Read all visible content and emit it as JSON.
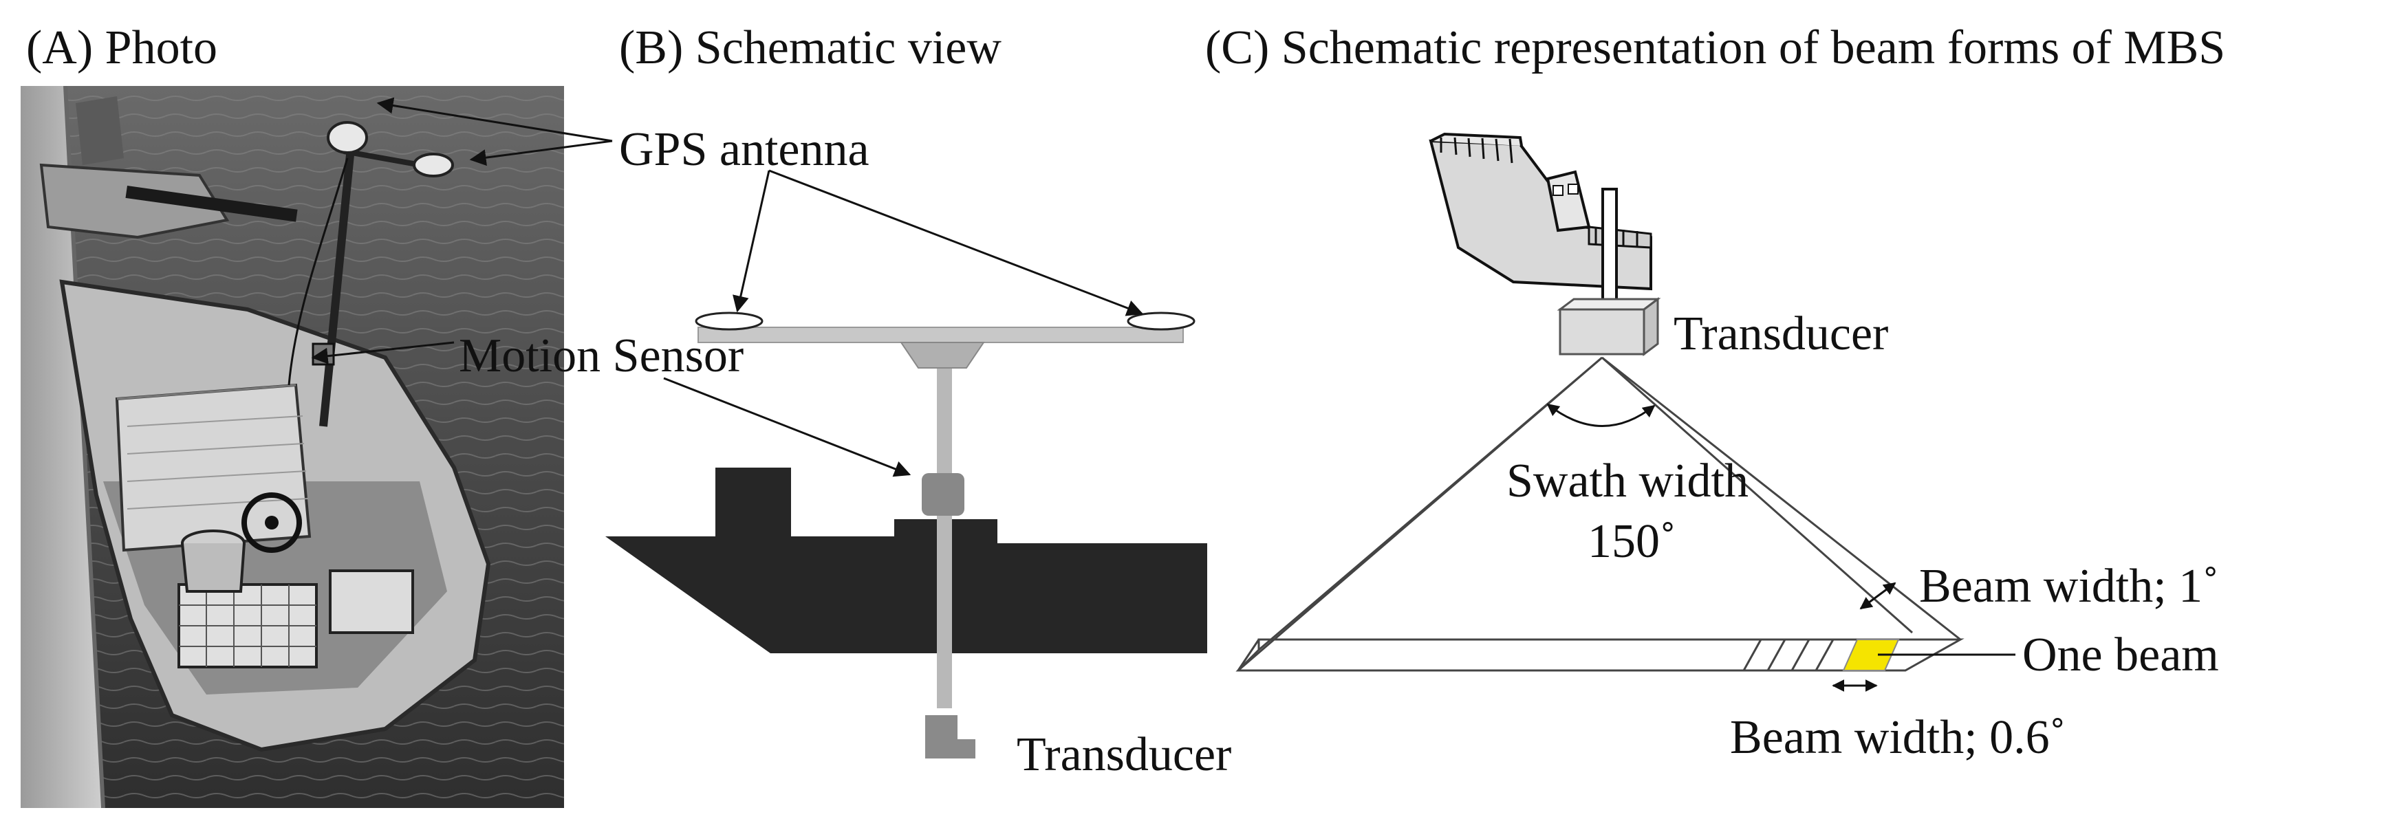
{
  "panels": {
    "a": {
      "title": "(A) Photo"
    },
    "b": {
      "title": "(B) Schematic view"
    },
    "c": {
      "title": "(C) Schematic representation of beam forms of MBS"
    }
  },
  "labels": {
    "gps_antenna": "GPS antenna",
    "motion_sensor": "Motion Sensor",
    "transducer_b": "Transducer",
    "transducer_c": "Transducer",
    "swath_width": "Swath width",
    "swath_angle": "150˚",
    "beam_width_1": "Beam width; 1˚",
    "one_beam": "One beam",
    "beam_width_06": "Beam width; 0.6˚"
  },
  "colors": {
    "boat_silhouette": "#262626",
    "pole": "#b8b8b8",
    "beam_highlight": "#f5e400",
    "photo_water": "#4a4a4a",
    "ship_fill": "#d9d9d9"
  }
}
